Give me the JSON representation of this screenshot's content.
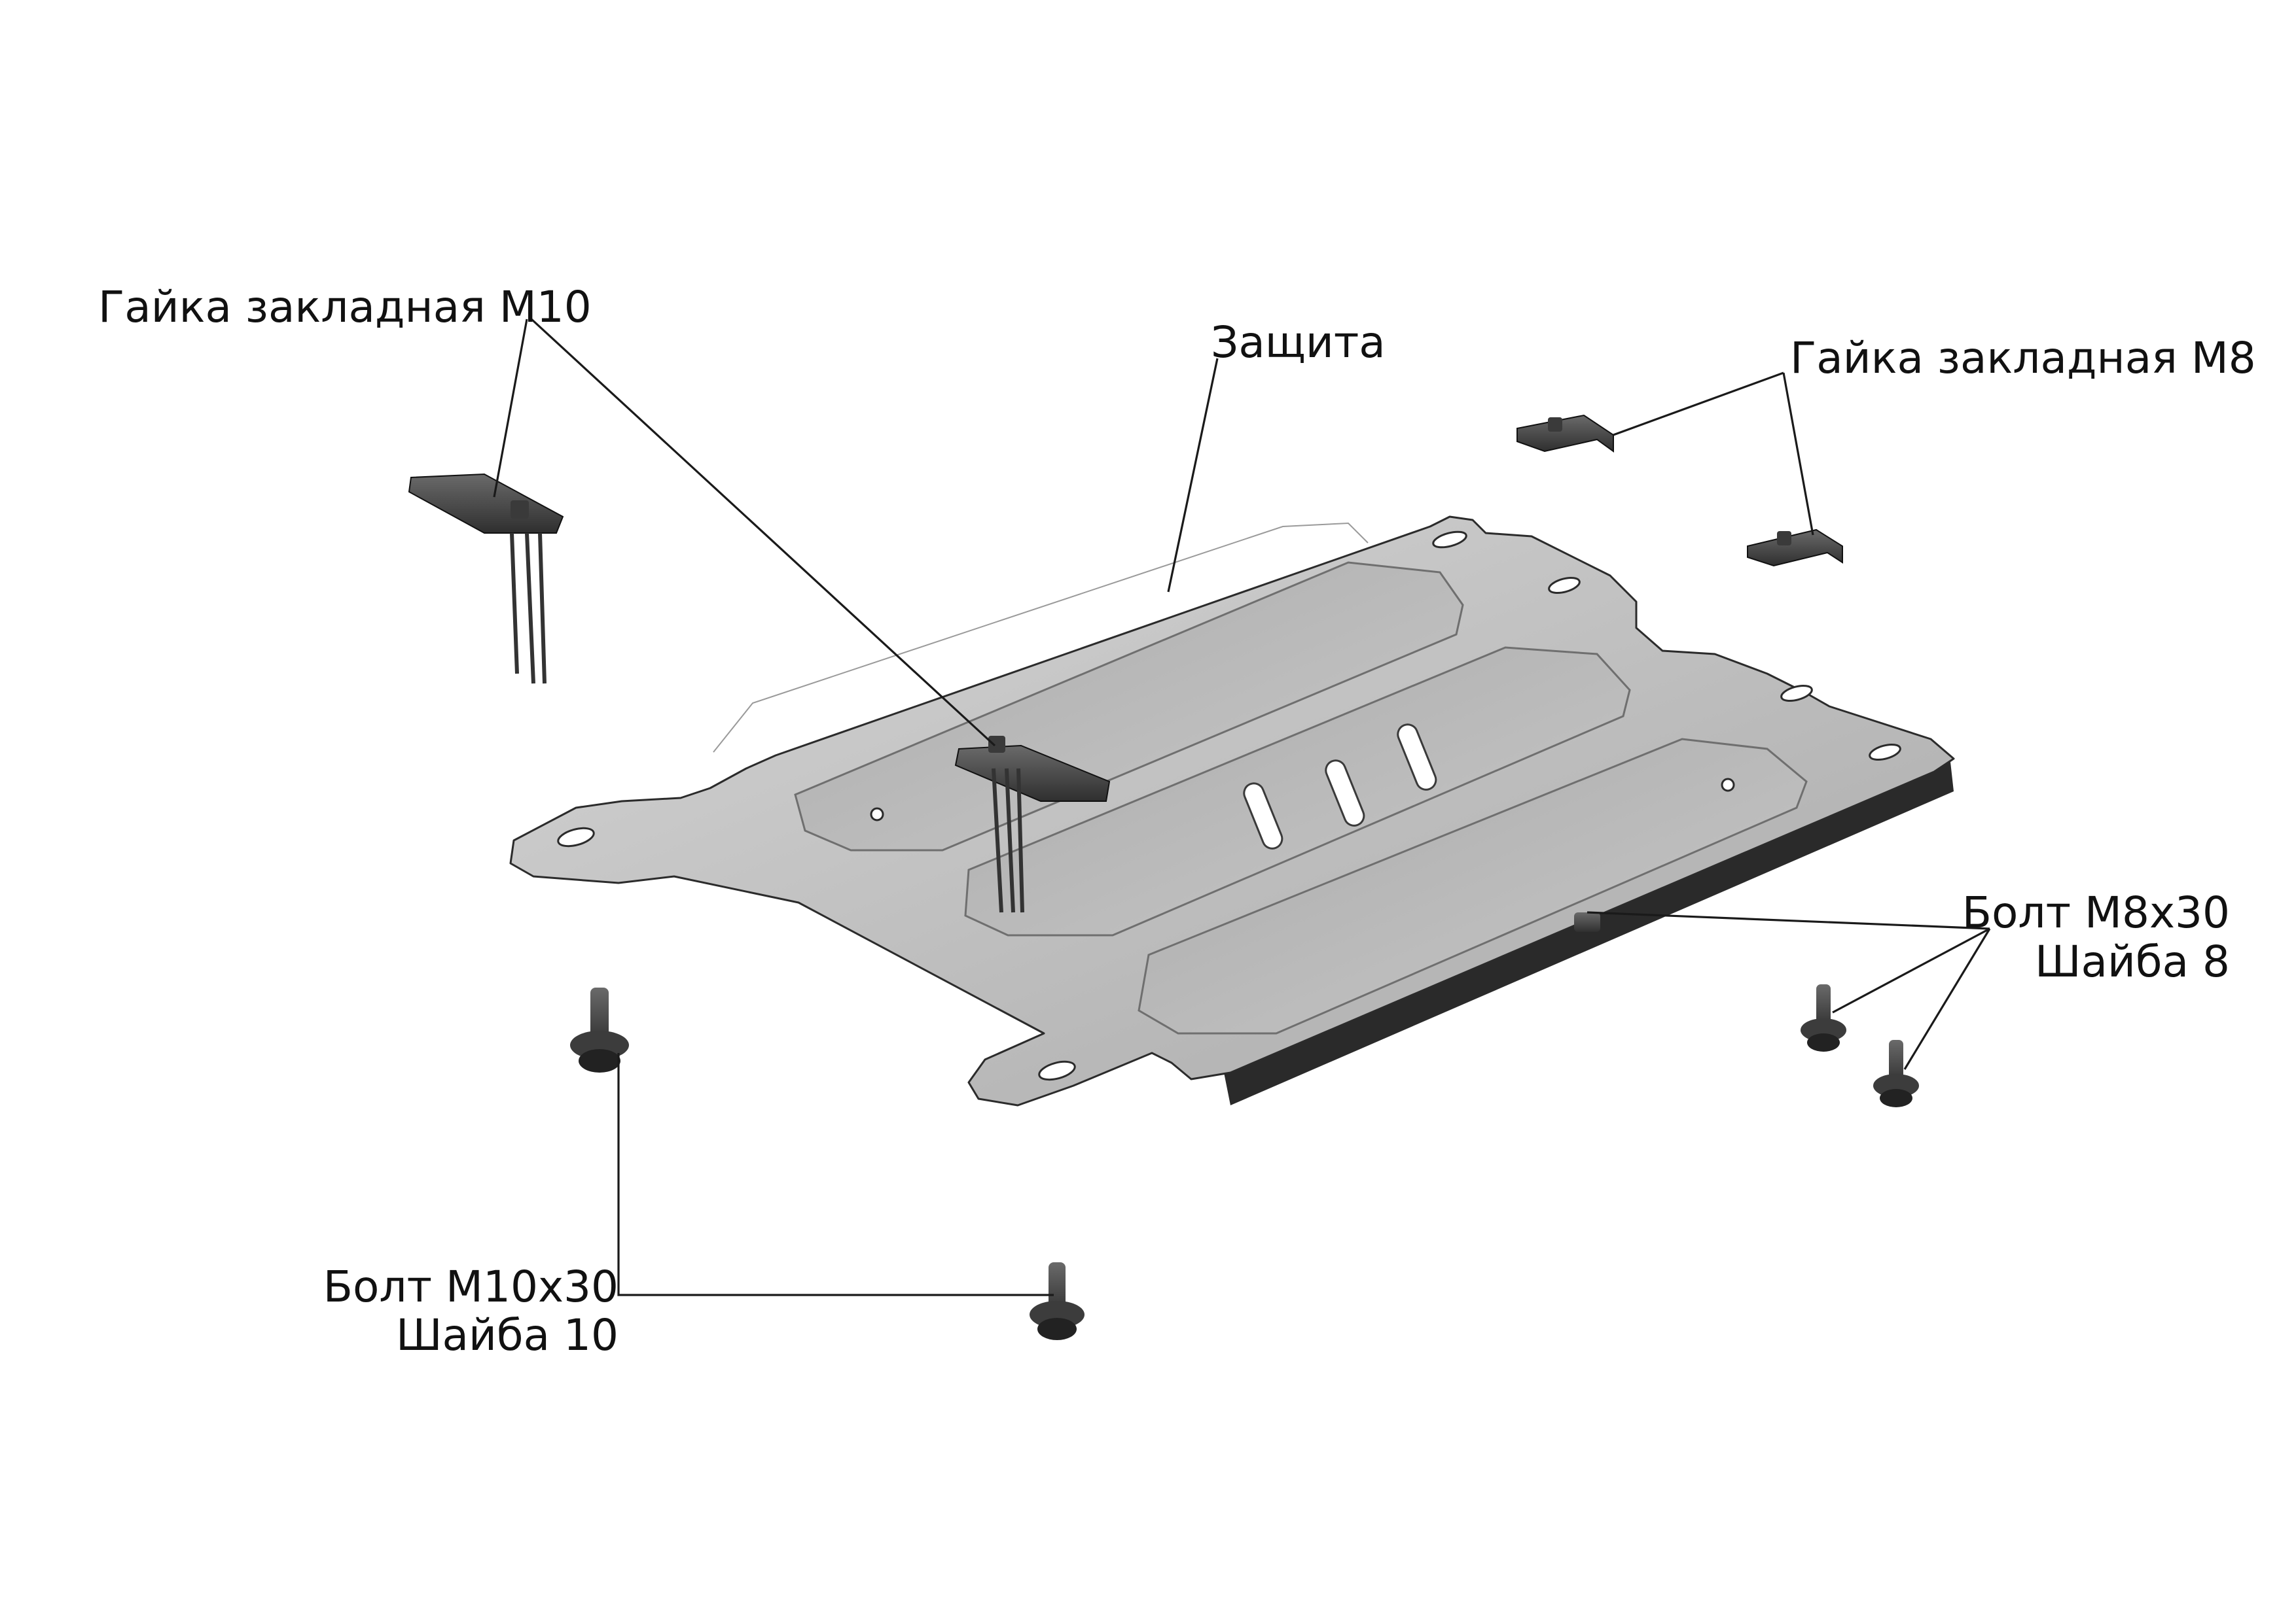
{
  "labels": {
    "nut_m10": "Гайка закладная М10",
    "guard": "Защита",
    "nut_m8": "Гайка закладная М8",
    "bolt_m8_line1": "Болт М8х30",
    "bolt_m8_line2": "Шайба 8",
    "bolt_m10_line1": "Болт М10х30",
    "bolt_m10_line2": "Шайба 10"
  },
  "colors": {
    "plate": "#c6c6c6",
    "plate_shadow": "#8c8c8c",
    "part_dark": "#4a4a4a",
    "leader_line": "#1a1a1a"
  }
}
